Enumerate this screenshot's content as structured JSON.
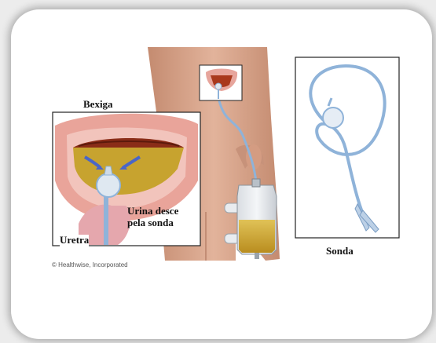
{
  "labels": {
    "bladder": "Bexiga",
    "urine": "Urina desce\npela sonda",
    "urethra": "Uretra",
    "catheter": "Sonda"
  },
  "credit": "© Healthwise, Incorporated",
  "colors": {
    "skin": "#d8a88e",
    "bladder_wall": "#e7a59c",
    "urine": "#c8a02a",
    "tube": "#8fb3d9",
    "frame": "#222222"
  }
}
